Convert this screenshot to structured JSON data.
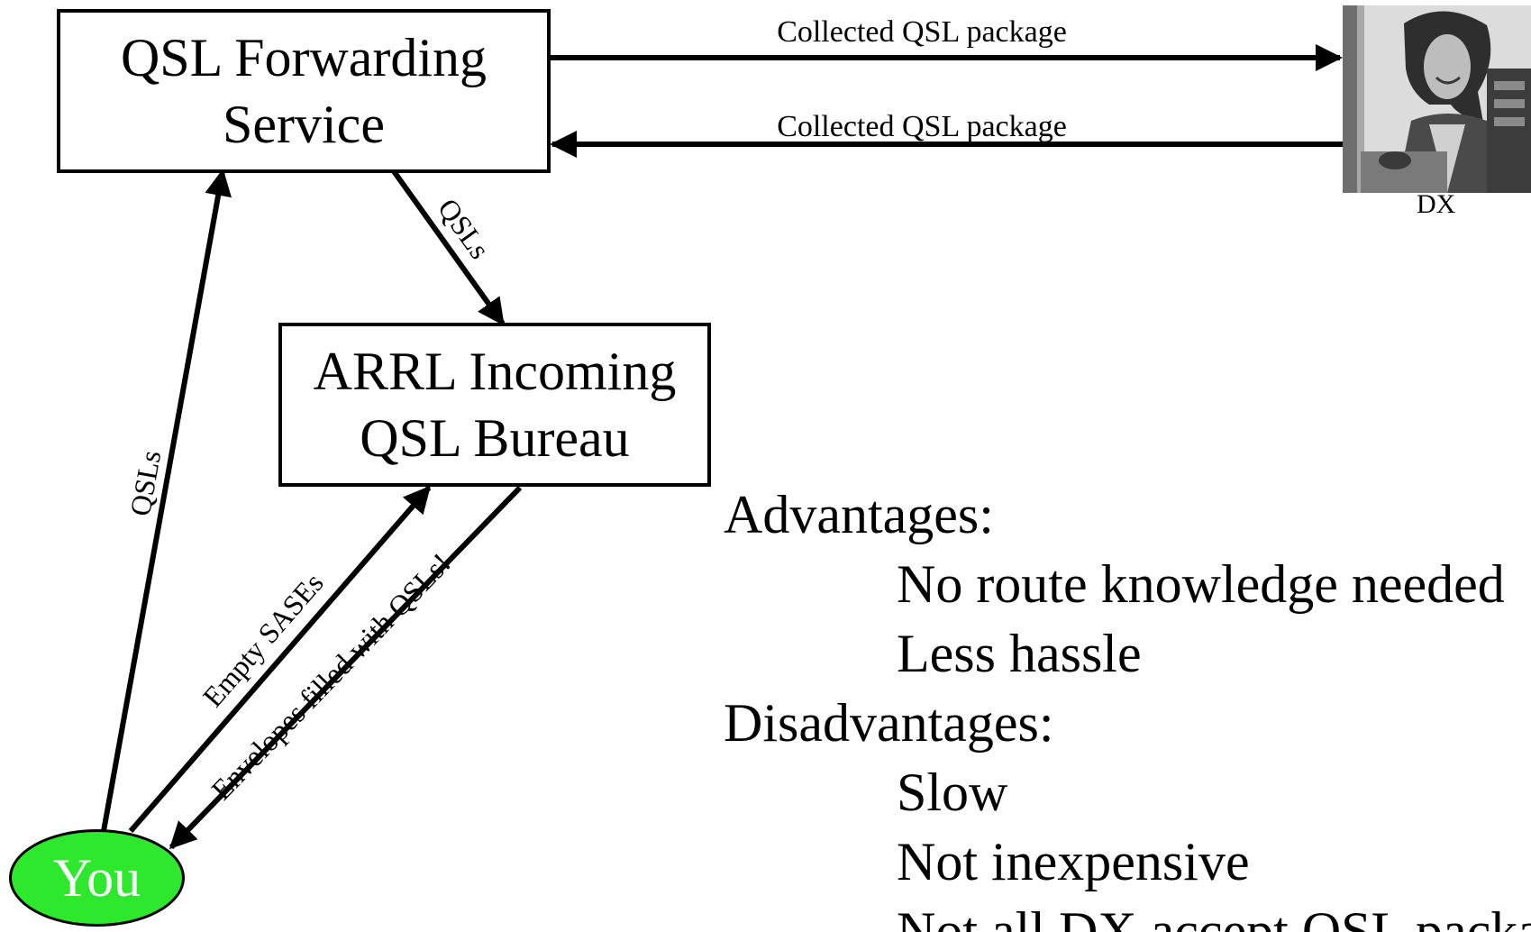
{
  "nodes": {
    "forwarding": "QSL Forwarding\nService",
    "bureau": "ARRL Incoming\nQSL Bureau",
    "you": "You",
    "dx": "DX"
  },
  "edges": {
    "to_dx": "Collected QSL package",
    "from_dx": "Collected QSL package",
    "fwd_to_bureau": "QSLs",
    "you_to_fwd": "QSLs",
    "you_to_bureau": "Empty SASEs",
    "bureau_to_you": "Envelopes filled with QSLs!"
  },
  "notes": {
    "advantages_heading": "Advantages:",
    "advantages": [
      "No route knowledge needed",
      "Less hassle"
    ],
    "disadvantages_heading": "Disadvantages:",
    "disadvantages": [
      "Slow",
      "Not inexpensive",
      "Not all DX accept QSL packages"
    ]
  }
}
